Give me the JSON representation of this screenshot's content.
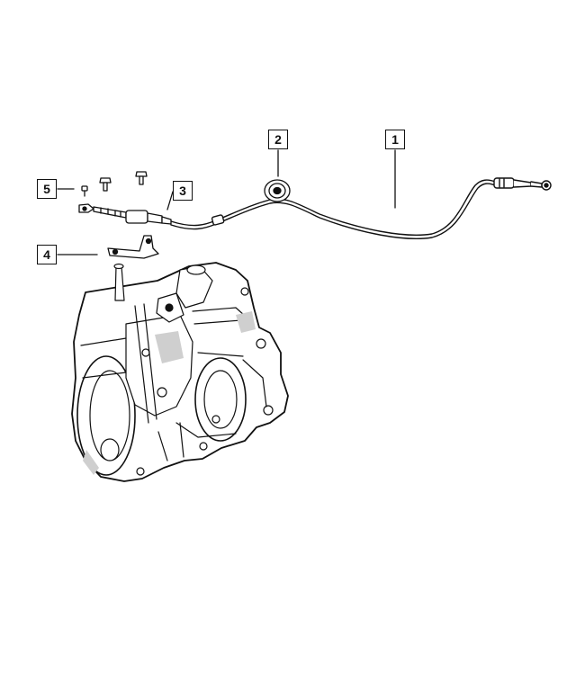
{
  "callouts": [
    {
      "id": "1",
      "label": "1"
    },
    {
      "id": "2",
      "label": "2"
    },
    {
      "id": "3",
      "label": "3"
    },
    {
      "id": "4",
      "label": "4"
    },
    {
      "id": "5",
      "label": "5"
    }
  ],
  "colors": {
    "line": "#111111",
    "fill": "#ffffff",
    "shade": "#cfcfcf"
  }
}
